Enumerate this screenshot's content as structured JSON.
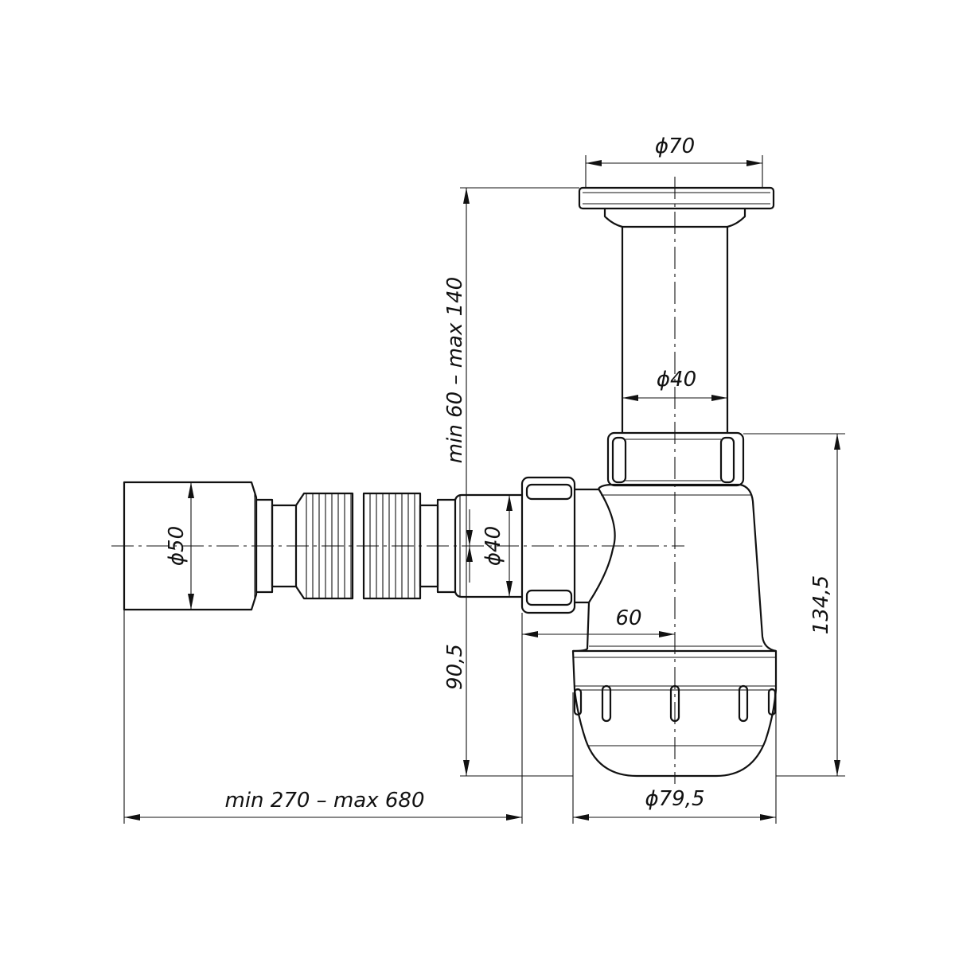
{
  "title": "Bottle siphon with flexible outlet – dimensional drawing",
  "dimensions": {
    "flange_diameter": "ϕ70",
    "pipe_diameter": "ϕ40",
    "outlet_diameter": "ϕ50",
    "side_inlet_diameter": "ϕ40",
    "offset": "60",
    "outlet_height": "90,5",
    "body_height": "134,5",
    "bottle_diameter": "ϕ79,5",
    "total_length": "min 270 – max 680",
    "pipe_height": "min 60 – max 140"
  }
}
